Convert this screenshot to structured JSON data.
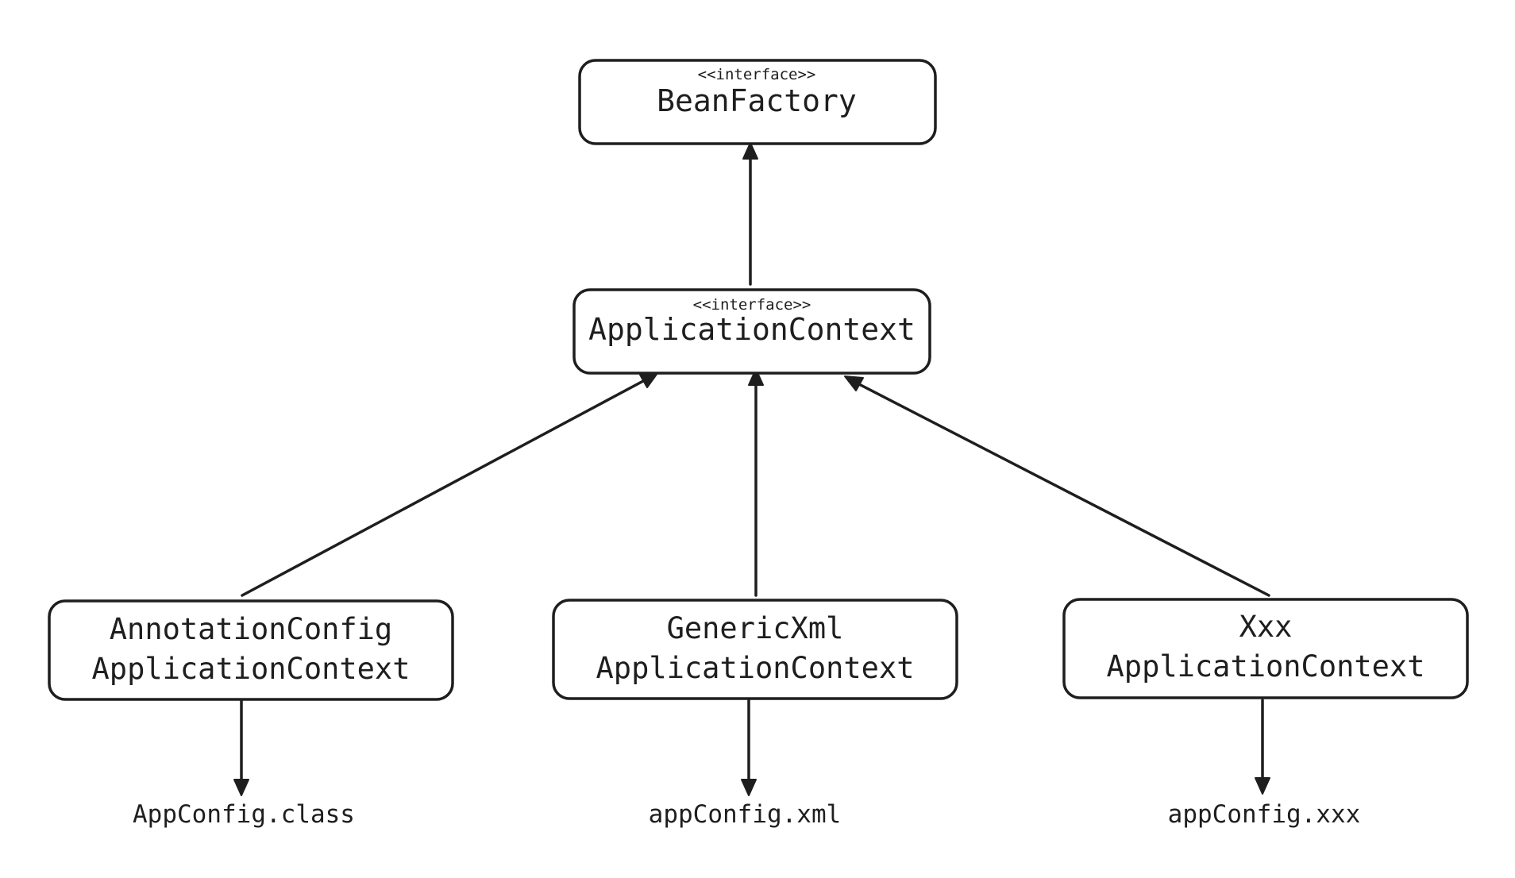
{
  "nodes": {
    "bean_factory": {
      "stereotype": "<<interface>>",
      "title": "BeanFactory"
    },
    "application_context": {
      "stereotype": "<<interface>>",
      "title": "ApplicationContext"
    },
    "annotation_config": {
      "line1": "AnnotationConfig",
      "line2": "ApplicationContext"
    },
    "generic_xml": {
      "line1": "GenericXml",
      "line2": "ApplicationContext"
    },
    "xxx": {
      "line1": "Xxx",
      "line2": "ApplicationContext"
    }
  },
  "files": {
    "annotation_config": "AppConfig.class",
    "generic_xml": "appConfig.xml",
    "xxx": "appConfig.xxx"
  },
  "colors": {
    "stroke": "#1e1e1e",
    "background": "#ffffff"
  }
}
